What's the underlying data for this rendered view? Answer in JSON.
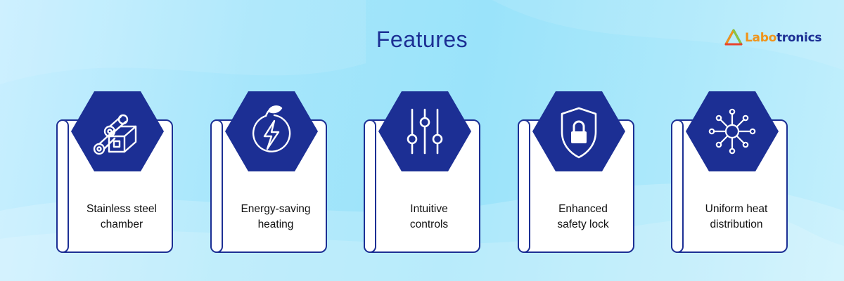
{
  "title": "Features",
  "logo": {
    "text_accent": "Labo",
    "text_rest": "tronics",
    "icon": "triangle-logo-icon"
  },
  "colors": {
    "primary": "#1c2f94",
    "background": "#9ae3fa",
    "card": "#ffffff",
    "accent": "#f0941b"
  },
  "features": [
    {
      "line1": "Stainless steel",
      "line2": "chamber",
      "icon": "steel-bars-icon"
    },
    {
      "line1": "Energy-saving",
      "line2": "heating",
      "icon": "energy-bolt-icon"
    },
    {
      "line1": "Intuitive",
      "line2": "controls",
      "icon": "sliders-icon"
    },
    {
      "line1": "Enhanced",
      "line2": "safety lock",
      "icon": "shield-lock-icon"
    },
    {
      "line1": "Uniform heat",
      "line2": "distribution",
      "icon": "network-hub-icon"
    }
  ]
}
